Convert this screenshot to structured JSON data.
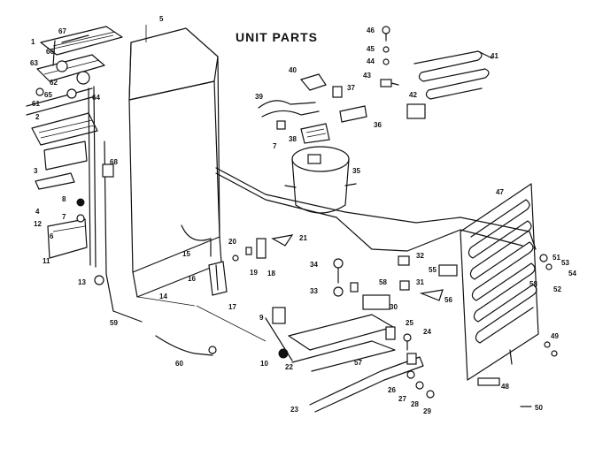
{
  "title": "UNIT PARTS",
  "callouts": {
    "c1": "1",
    "c2": "2",
    "c3": "3",
    "c4": "4",
    "c5": "5",
    "c6": "6",
    "c7": "7",
    "c8": "8",
    "c9": "9",
    "c10": "10",
    "c11": "11",
    "c12": "12",
    "c13": "13",
    "c14": "14",
    "c15": "15",
    "c16": "16",
    "c17": "17",
    "c18": "18",
    "c19": "19",
    "c20": "20",
    "c21": "21",
    "c22": "22",
    "c23": "23",
    "c24": "24",
    "c25": "25",
    "c26": "26",
    "c27": "27",
    "c28": "28",
    "c29": "29",
    "c30": "30",
    "c31": "31",
    "c32": "32",
    "c33": "33",
    "c34": "34",
    "c35": "35",
    "c36": "36",
    "c37": "37",
    "c38": "38",
    "c39": "39",
    "c40": "40",
    "c41": "41",
    "c42": "42",
    "c43": "43",
    "c44": "44",
    "c45": "45",
    "c46": "46",
    "c47": "47",
    "c48": "48",
    "c49": "49",
    "c50": "50",
    "c51": "51",
    "c52": "52",
    "c53": "53",
    "c54": "54",
    "c55": "55",
    "c56": "56",
    "c57": "57",
    "c58": "58",
    "c59": "59",
    "c60": "60",
    "c61": "61",
    "c62": "62",
    "c63": "63",
    "c64": "64",
    "c65": "65",
    "c66": "66",
    "c67": "67",
    "c68": "68"
  }
}
